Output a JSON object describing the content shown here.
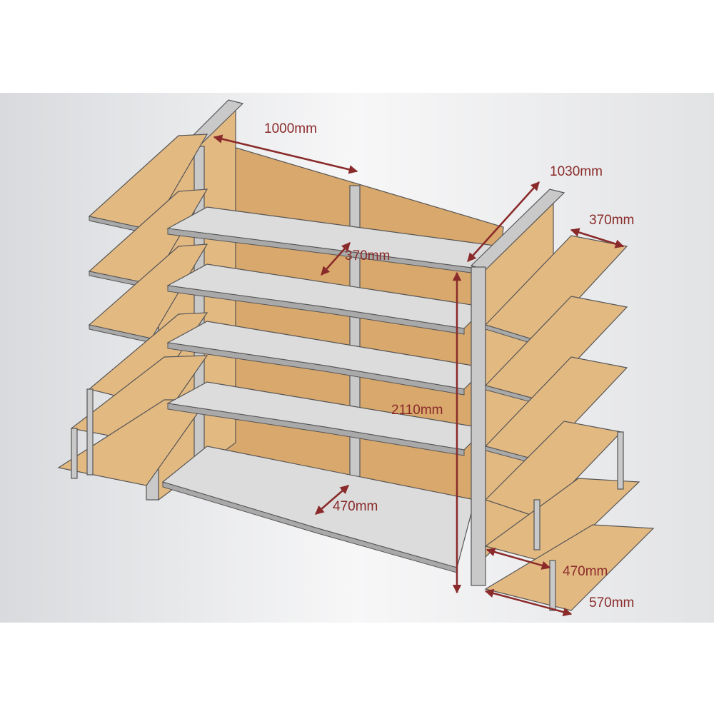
{
  "title": "Gondola shelving dimensions",
  "colors": {
    "dimension": "#8a2a2a",
    "wood": "#e3b982",
    "metal": "#c9c9c9"
  },
  "dimensions": {
    "top_width": "1000mm",
    "depth_overall": "1030mm",
    "side_shelf_depth": "370mm",
    "center_shelf_depth": "370mm",
    "height": "2110mm",
    "base_depth_center": "470mm",
    "side_base_depth": "470mm",
    "side_base_width": "570mm"
  }
}
